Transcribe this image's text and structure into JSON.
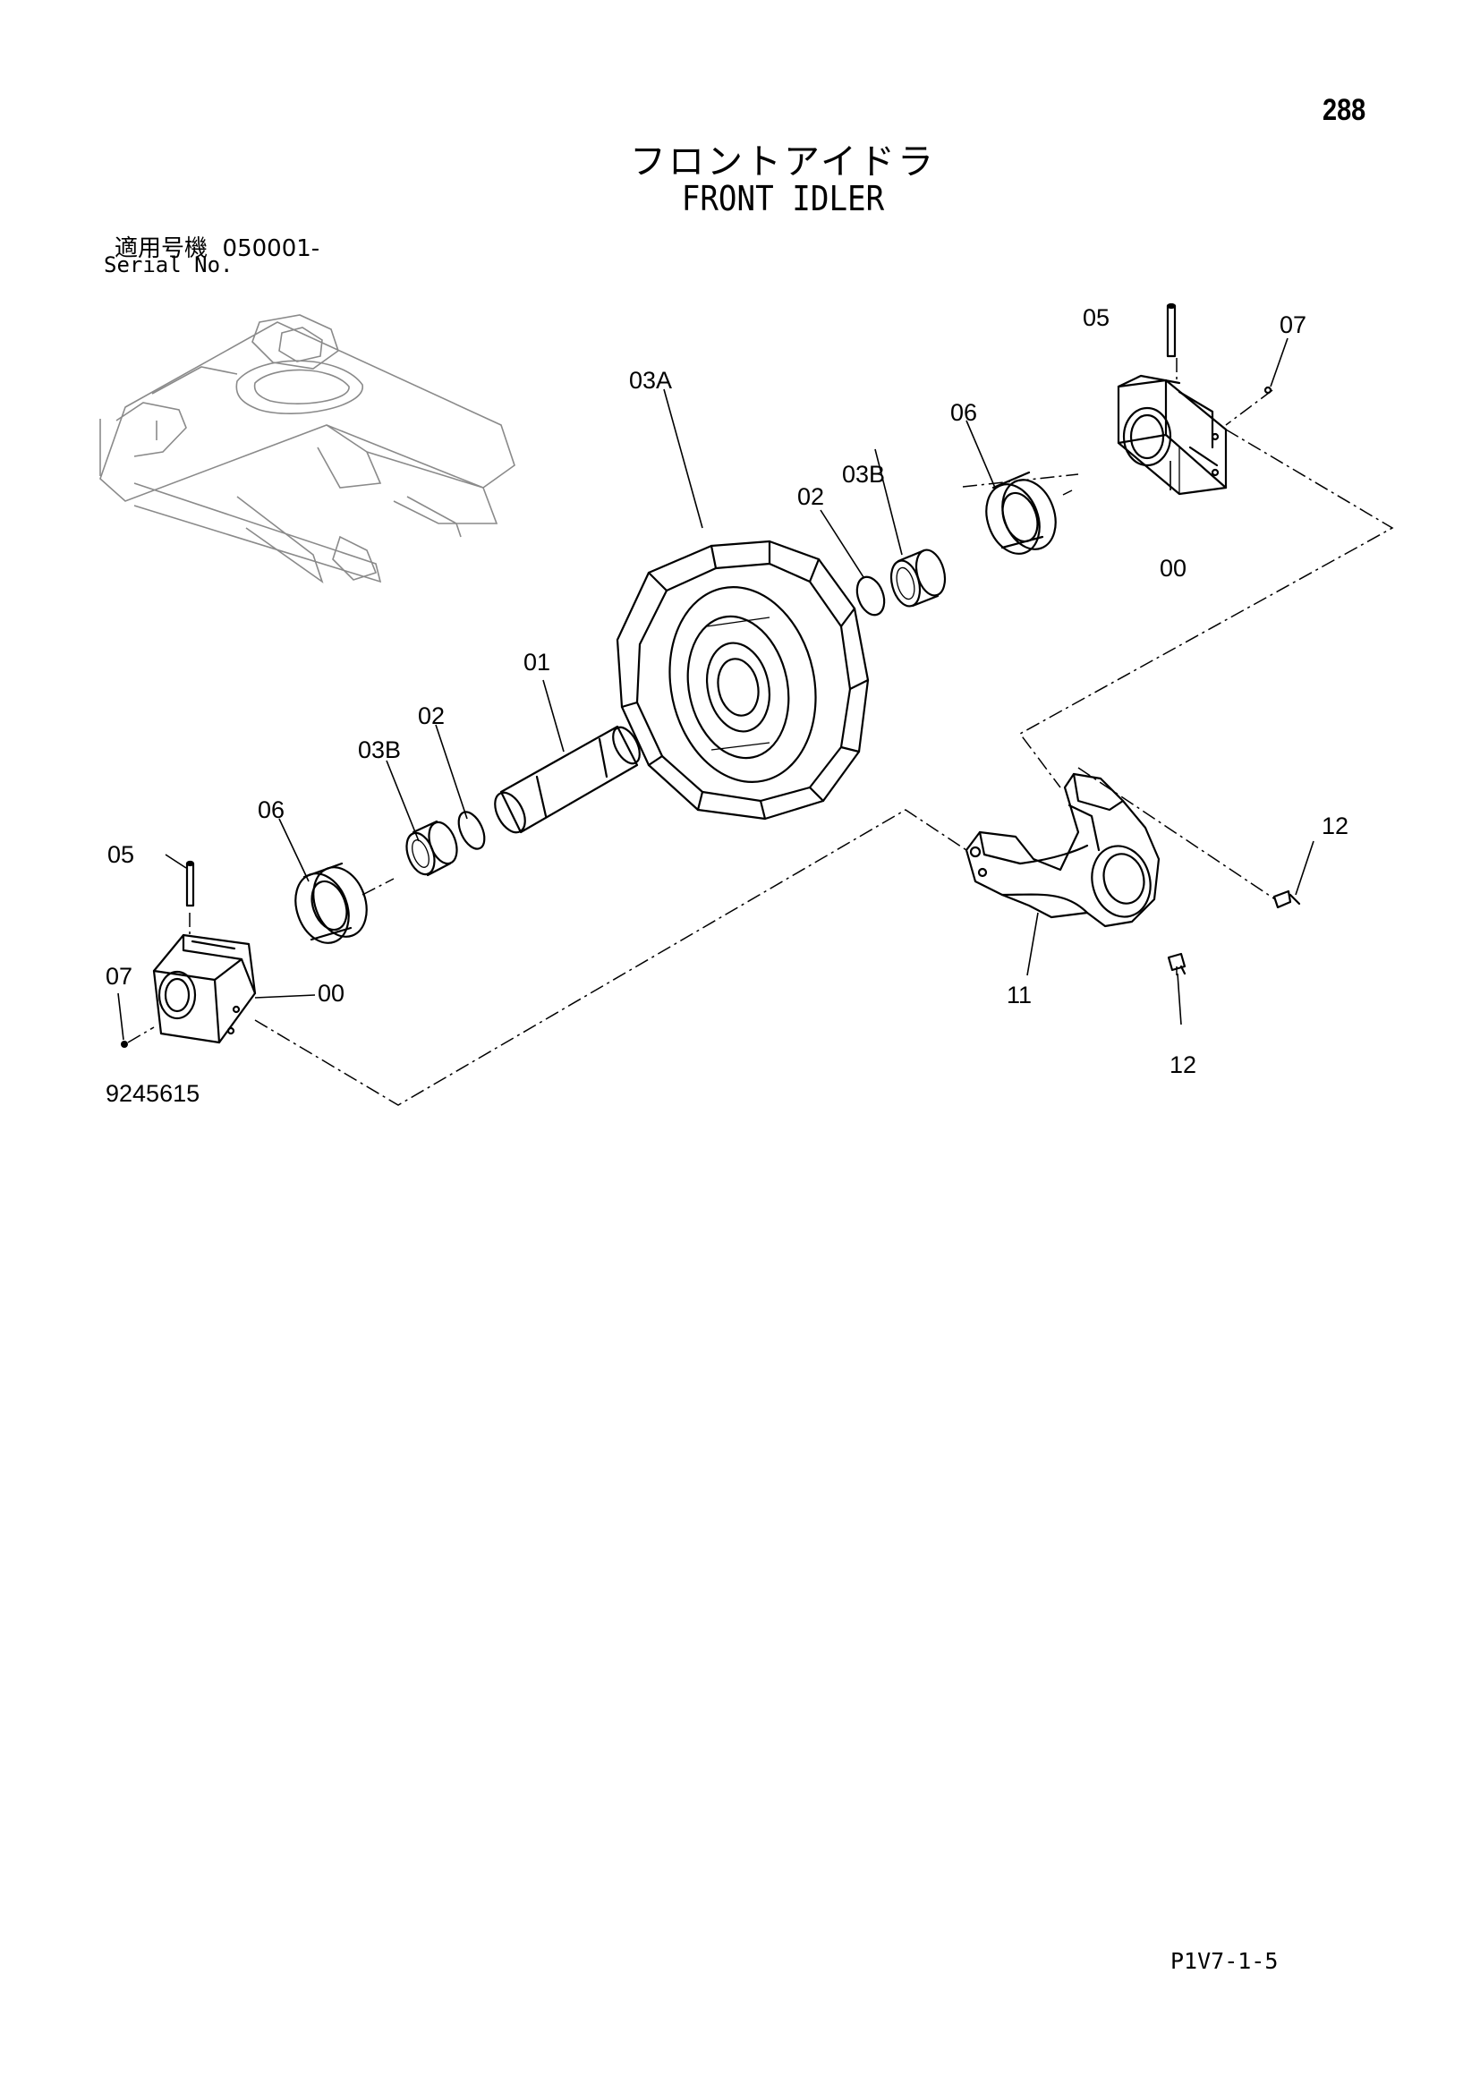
{
  "page": {
    "number": "288",
    "title_jp": "フロントアイドラ",
    "title_en": "FRONT IDLER"
  },
  "serial": {
    "label_jp": "適用号機",
    "value": "050001-",
    "label_en": "Serial No."
  },
  "figure": {
    "reference_number": "9245615",
    "footer_code": "P1V7-1-5"
  },
  "callouts": [
    {
      "id": "05-right",
      "text": "05"
    },
    {
      "id": "07-right",
      "text": "07"
    },
    {
      "id": "03A",
      "text": "03A"
    },
    {
      "id": "06-right",
      "text": "06"
    },
    {
      "id": "03B-right",
      "text": "03B"
    },
    {
      "id": "02-right",
      "text": "02"
    },
    {
      "id": "00-right",
      "text": "00"
    },
    {
      "id": "01",
      "text": "01"
    },
    {
      "id": "02-left",
      "text": "02"
    },
    {
      "id": "03B-left",
      "text": "03B"
    },
    {
      "id": "06-left",
      "text": "06"
    },
    {
      "id": "05-left",
      "text": "05"
    },
    {
      "id": "07-left",
      "text": "07"
    },
    {
      "id": "00-left",
      "text": "00"
    },
    {
      "id": "12-upper",
      "text": "12"
    },
    {
      "id": "11",
      "text": "11"
    },
    {
      "id": "12-lower",
      "text": "12"
    }
  ]
}
